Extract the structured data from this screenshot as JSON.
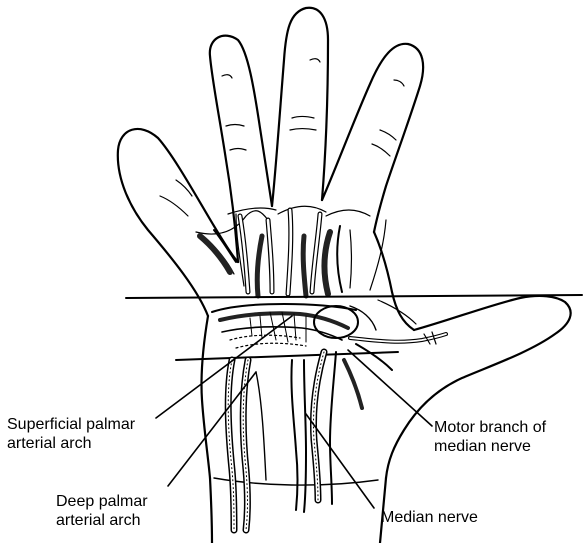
{
  "labels": {
    "superficial_arch": [
      "Superficial palmar",
      "arterial arch"
    ],
    "deep_arch": [
      "Deep palmar",
      "arterial arch"
    ],
    "motor_branch": [
      "Motor branch of",
      "median nerve"
    ],
    "median_nerve": [
      "Median nerve"
    ]
  },
  "colors": {
    "ink": "#000000",
    "paper": "#ffffff"
  }
}
